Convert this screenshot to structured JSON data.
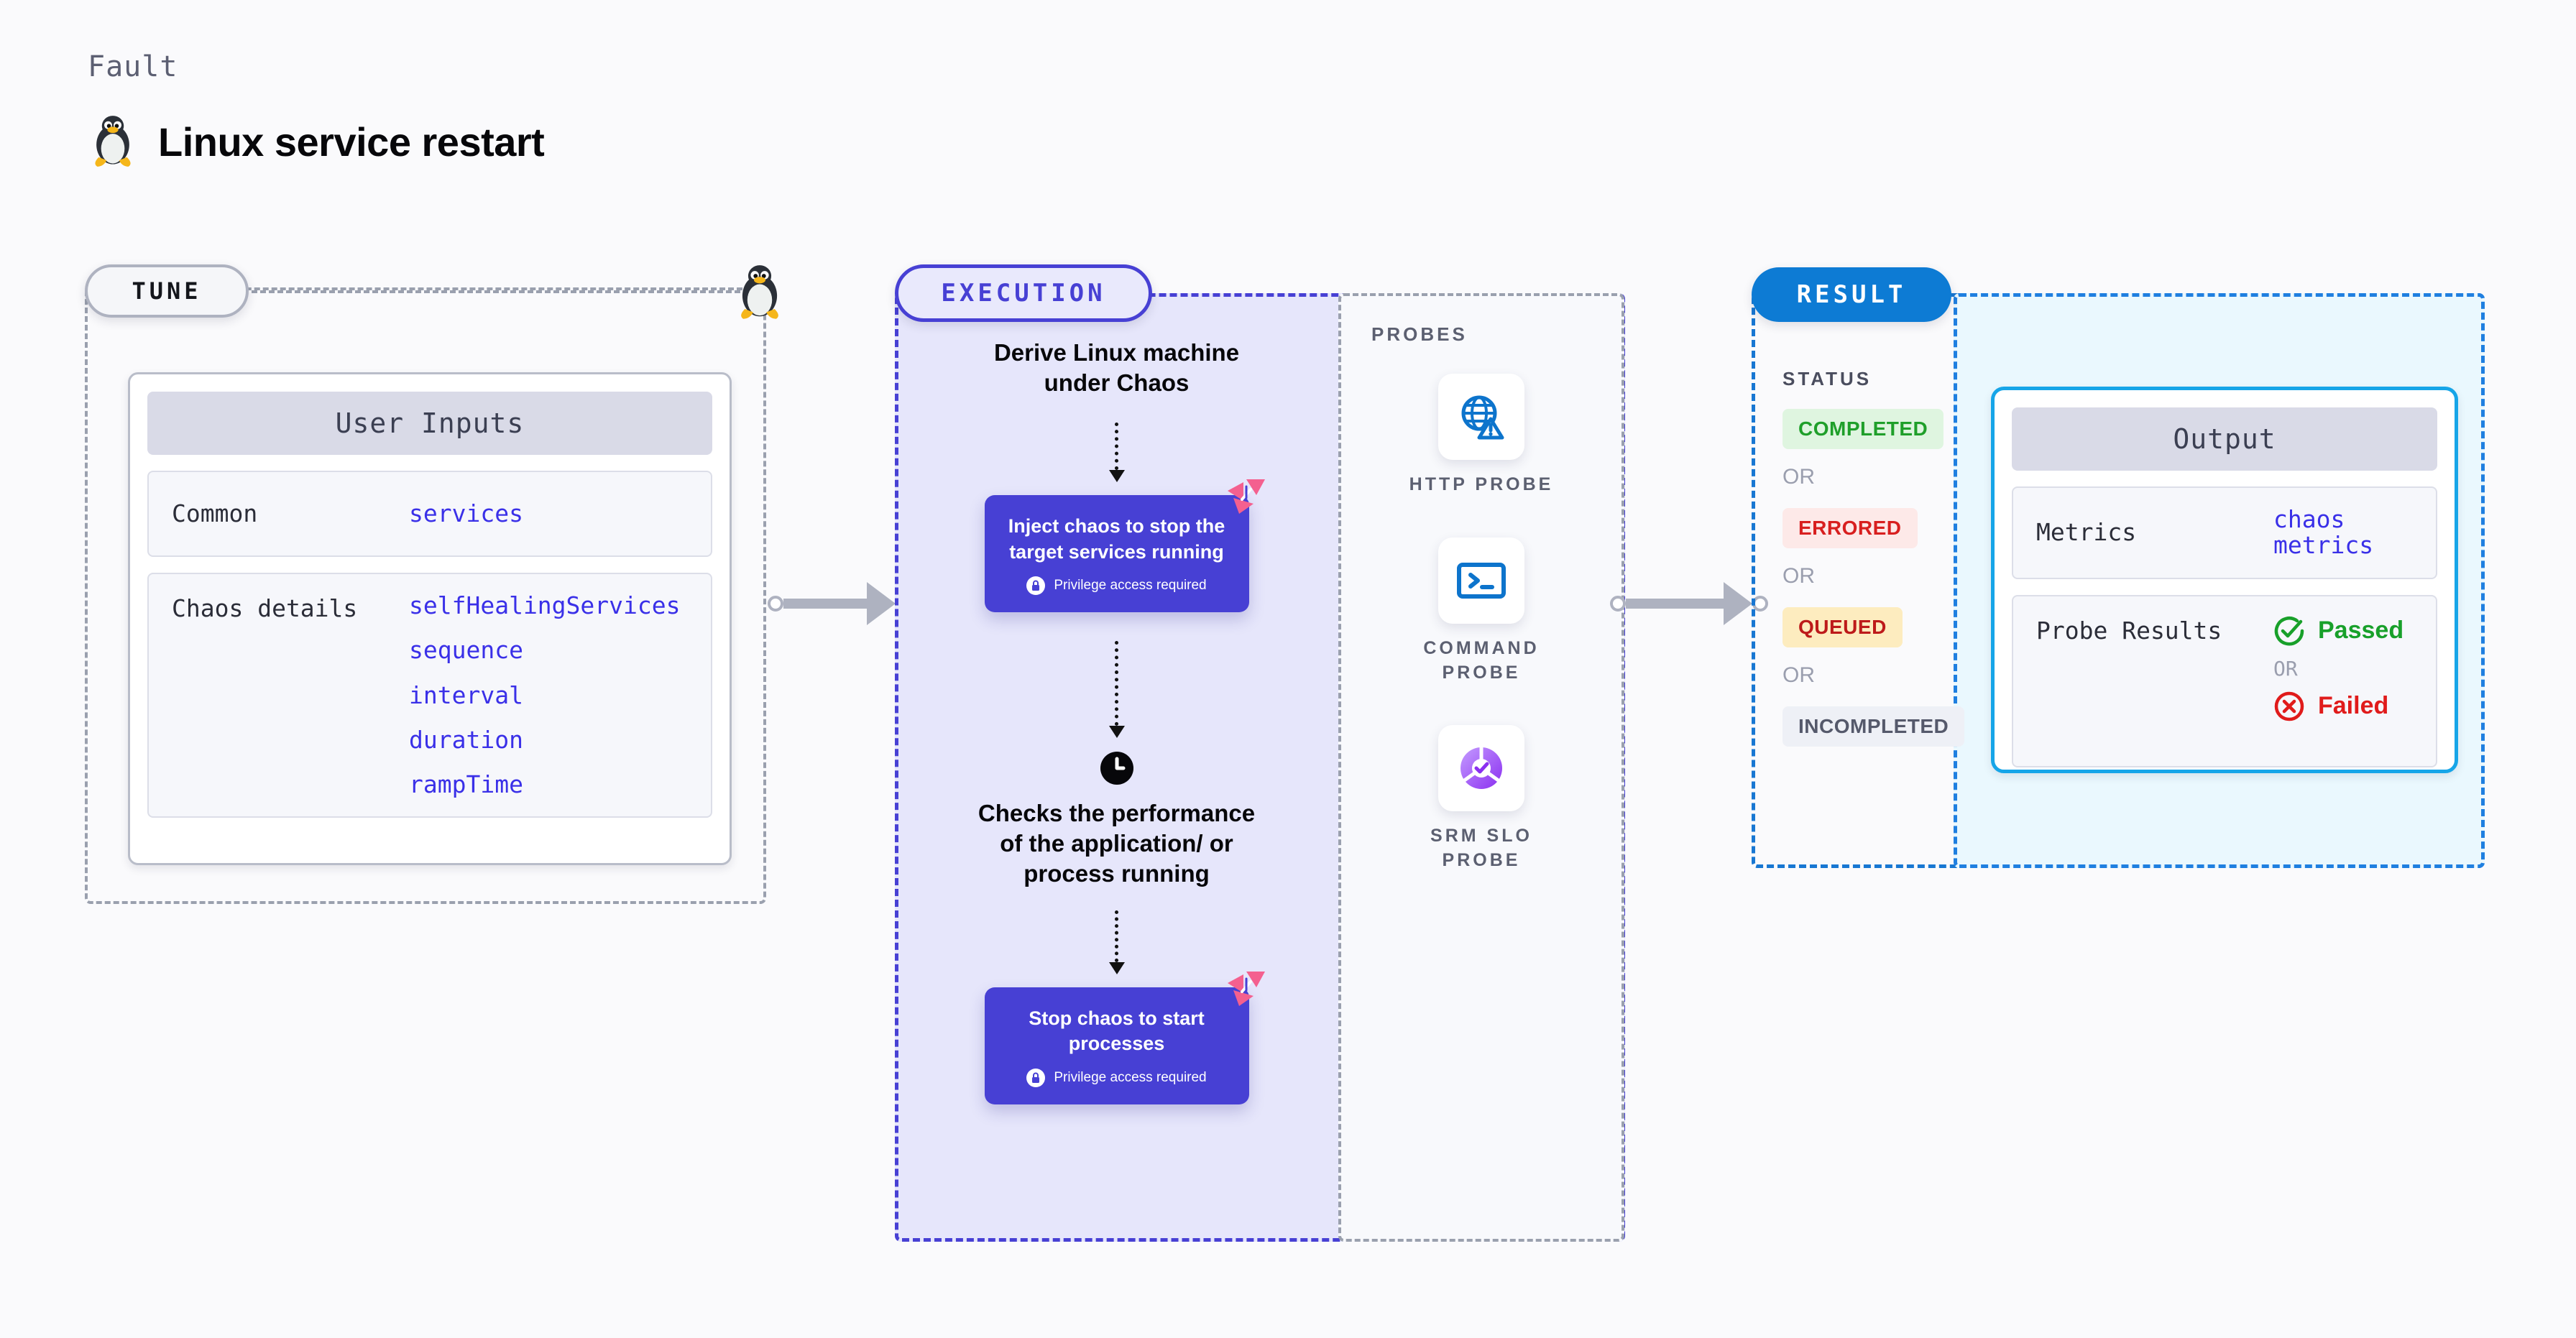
{
  "header": {
    "kicker": "Fault",
    "title": "Linux service restart",
    "icon": "tux-penguin-icon"
  },
  "tune": {
    "badge": "TUNE",
    "card_title": "User Inputs",
    "rows": [
      {
        "key": "Common",
        "values": [
          "services"
        ]
      },
      {
        "key": "Chaos details",
        "values": [
          "selfHealingServices",
          "sequence",
          "interval",
          "duration",
          "rampTime"
        ]
      }
    ]
  },
  "execution": {
    "badge": "EXECUTION",
    "step1_text": "Derive Linux machine under Chaos",
    "card1": {
      "title": "Inject chaos to stop the target services running",
      "privilege": "Privilege access required"
    },
    "step2_text": "Checks the performance of the application/ or process running",
    "card2": {
      "title": "Stop chaos to start processes",
      "privilege": "Privilege access required"
    }
  },
  "probes": {
    "label": "PROBES",
    "items": [
      {
        "name": "HTTP PROBE",
        "icon": "globe-warning-icon"
      },
      {
        "name": "COMMAND PROBE",
        "icon": "terminal-icon"
      },
      {
        "name": "SRM SLO PROBE",
        "icon": "slo-donut-check-icon"
      }
    ]
  },
  "result": {
    "badge": "RESULT",
    "status_label": "STATUS",
    "or_label": "OR",
    "statuses": [
      {
        "label": "COMPLETED",
        "style": "st-completed"
      },
      {
        "label": "ERRORED",
        "style": "st-errored"
      },
      {
        "label": "QUEUED",
        "style": "st-queued"
      },
      {
        "label": "INCOMPLETED",
        "style": "st-incompleted"
      }
    ]
  },
  "output": {
    "card_title": "Output",
    "metrics_key": "Metrics",
    "metrics_value": "chaos metrics",
    "probe_results_key": "Probe Results",
    "passed_label": "Passed",
    "or_label": "OR",
    "failed_label": "Failed"
  },
  "colors": {
    "execution_purple": "#4740d4",
    "result_blue": "#0d7bd4",
    "output_cyan": "#16a5e8",
    "value_blue": "#3a30e8",
    "passed_green": "#18a02a",
    "failed_red": "#e01b1b",
    "connector_grey": "#aeb2c0"
  }
}
